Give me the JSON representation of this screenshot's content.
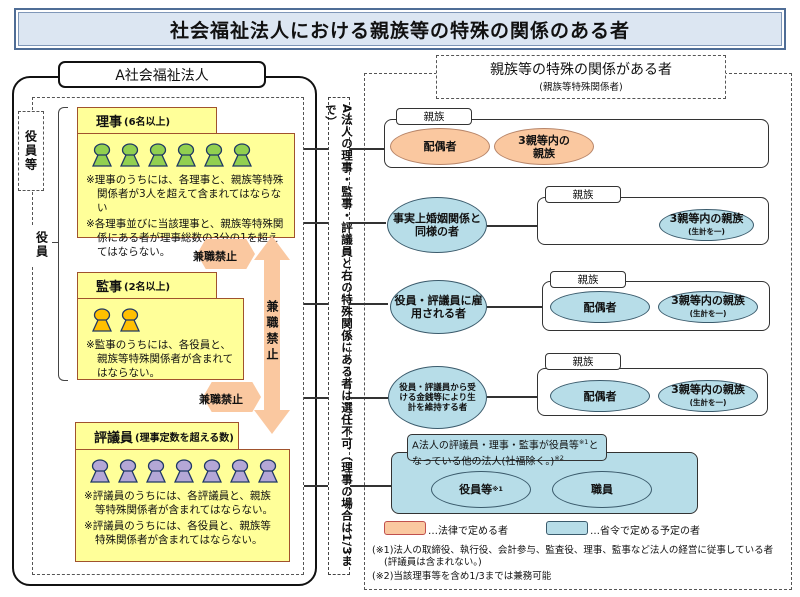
{
  "title": "社会福祉法人における親族等の特殊の関係のある者",
  "left": {
    "org_label": "A社会福祉法人",
    "yakuin_tou_label": "役員等",
    "yakuin_label": "役員",
    "riji": {
      "title": "理事",
      "count": "(6名以上)",
      "person_count": 6,
      "person_color": "#92d050",
      "notes": [
        "※理事のうちには、各理事と、親族等特殊関係者が3人を超えて含まれてはならない",
        "※各理事並びに当該理事と、親族等特殊関係にある者が理事総数の3分の1を超えてはならない。"
      ]
    },
    "kanji": {
      "title": "監事",
      "count": "(2名以上)",
      "person_count": 2,
      "person_color": "#ffc000",
      "notes": [
        "※監事のうちには、各役員と、親族等特殊関係者が含まれてはならない。"
      ]
    },
    "hyogiin": {
      "title": "評議員",
      "count": "(理事定数を超える数)",
      "person_count": 7,
      "person_color": "#b4a7d6",
      "notes": [
        "※評議員のうちには、各評議員と、親族等特殊関係者が含まれてはならない。",
        "※評議員のうちには、各役員と、親族等特殊関係者が含まれてはならない。"
      ]
    },
    "kenshoku_kinshi_1": "兼職禁止",
    "kenshoku_kinshi_2": "兼職禁止",
    "kenshoku_kinshi_vertical": "兼職禁止"
  },
  "middle_note": "A法人の理事・監事・評議員と右の特殊関係にある者は選任不可（理事の場合は1/3まで）",
  "right": {
    "heading": "親族等の特殊の関係がある者",
    "subheading": "(親族等特殊関係者)",
    "row1": {
      "tab": "親族",
      "items": [
        "配偶者",
        "3親等内の親族"
      ]
    },
    "row2": {
      "source": "事実上婚姻関係と同様の者",
      "tab": "親族",
      "items": [
        {
          "main": "3親等内の親族",
          "sub": "(生計を一)"
        }
      ]
    },
    "row3": {
      "source": "役員・評議員に雇用される者",
      "tab": "親族",
      "items": [
        {
          "main": "配偶者",
          "sub": ""
        },
        {
          "main": "3親等内の親族",
          "sub": "(生計を一)"
        }
      ]
    },
    "row4": {
      "source": "役員・評議員から受ける金銭等により生計を維持する者",
      "tab": "親族",
      "items": [
        {
          "main": "配偶者",
          "sub": ""
        },
        {
          "main": "3親等内の親族",
          "sub": "(生計を一)"
        }
      ]
    },
    "row5": {
      "tab_line1": "A法人の評議員・理事・監事が役員等",
      "tab_sup1": "※1",
      "tab_line1_end": "と",
      "tab_line2": "なっている他の法人(社福除く。)",
      "tab_sup2": "※2",
      "items": [
        {
          "main": "役員等",
          "sup": "※1"
        },
        {
          "main": "職員",
          "sup": ""
        }
      ]
    },
    "legend": [
      {
        "label": "…法律で定める者",
        "color": "#fac8a0"
      },
      {
        "label": "…省令で定める予定の者",
        "color": "#b7dde8"
      }
    ],
    "footnotes": [
      "(※1)法人の取締役、執行役、会計参与、監査役、理事、監事など法人の経営に従事している者(評議員は含まれない。)",
      "(※2)当該理事等を含め1/3までは兼務可能"
    ]
  }
}
